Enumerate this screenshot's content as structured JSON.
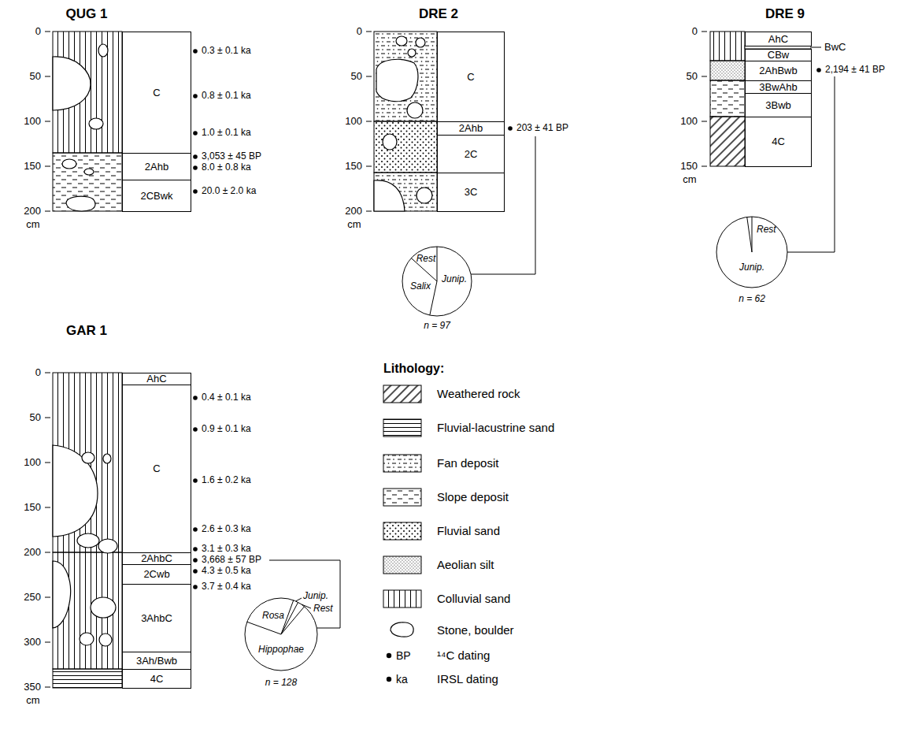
{
  "diagram": {
    "nodes": [
      {
        "text": [
          "C"
        ]
      },
      {
        "text": [
          "2Ahb"
        ]
      },
      {
        "text": [
          "2CBwk"
        ]
      },
      {
        "text": [
          "C"
        ]
      },
      {
        "text": [
          "2Ahb"
        ]
      },
      {
        "text": [
          "2C"
        ]
      },
      {
        "text": [
          "3C"
        ]
      },
      {
        "text": [
          "Rest",
          "Salix",
          "Junip."
        ]
      },
      {
        "text": [
          "AhC"
        ]
      },
      {
        "text": [
          "CBw"
        ]
      },
      {
        "text": [
          "2AhBwb"
        ]
      },
      {
        "text": [
          "3BwAhb"
        ]
      },
      {
        "text": [
          "3Bwb"
        ]
      },
      {
        "text": [
          "4C"
        ]
      },
      {
        "text": [
          "Rest",
          "Junip."
        ]
      },
      {
        "text": [
          "AhC"
        ]
      },
      {
        "text": [
          "C"
        ]
      },
      {
        "text": [
          "2AhbC"
        ]
      },
      {
        "text": [
          "2Cwb"
        ]
      },
      {
        "text": [
          "3AhbC"
        ]
      },
      {
        "text": [
          "3Ah/Bwb"
        ]
      },
      {
        "text": [
          "4C"
        ]
      },
      {
        "text": [
          "Rosa",
          "Junip.",
          "Rest",
          "Hippophae"
        ]
      }
    ],
    "labels": [
      "QUG 1",
      "0",
      "50",
      "100",
      "150",
      "200",
      "cm",
      "0.3 ± 0.1 ka",
      "0.8 ± 0.1 ka",
      "1.0 ± 0.1 ka",
      "3,053 ± 45 BP",
      "8.0 ± 0.8 ka",
      "20.0 ± 2.0 ka",
      "DRE 2",
      "0",
      "50",
      "100",
      "150",
      "200",
      "cm",
      "203 ± 41 BP",
      "n = 97",
      "DRE 9",
      "0",
      "50",
      "100",
      "150",
      "cm",
      "BwC",
      "2,194 ± 41 BP",
      "n = 62",
      "GAR 1",
      "0",
      "50",
      "100",
      "150",
      "200",
      "250",
      "300",
      "350",
      "cm",
      "0.4 ± 0.1 ka",
      "0.9 ± 0.1 ka",
      "1.6 ± 0.2 ka",
      "2.6 ± 0.3 ka",
      "3.1 ± 0.3 ka",
      "3,668 ± 57 BP",
      "4.3 ± 0.5 ka",
      "3.7 ± 0.4 ka",
      "n = 128",
      "Lithology:",
      "BP",
      "ka"
    ],
    "legend": [
      {
        "text": "Weathered rock"
      },
      {
        "text": "Fluvial-lacustrine sand"
      },
      {
        "text": "Fan deposit"
      },
      {
        "text": "Slope deposit"
      },
      {
        "text": "Fluvial sand"
      },
      {
        "text": "Aeolian silt"
      },
      {
        "text": "Colluvial sand"
      },
      {
        "text": "Stone, boulder"
      },
      {
        "text": "¹⁴C dating"
      },
      {
        "text": "IRSL dating"
      }
    ]
  }
}
